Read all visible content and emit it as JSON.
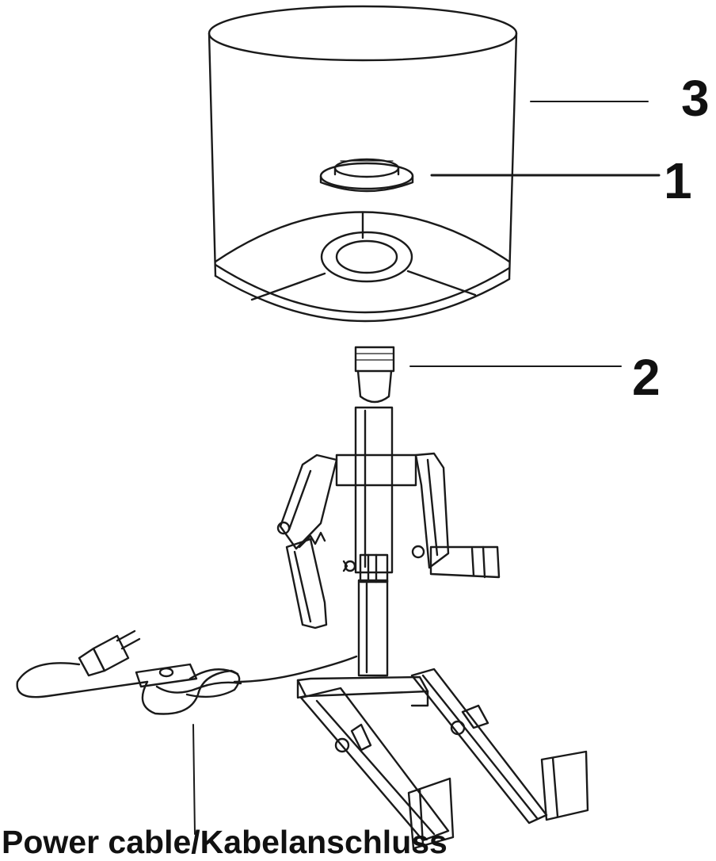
{
  "callouts": {
    "shade": "3",
    "socket_ring": "1",
    "lamp_socket": "2"
  },
  "caption": "Power cable/Kabelanschluss",
  "colors": {
    "line": "#1a1a1a",
    "background": "#ffffff"
  }
}
